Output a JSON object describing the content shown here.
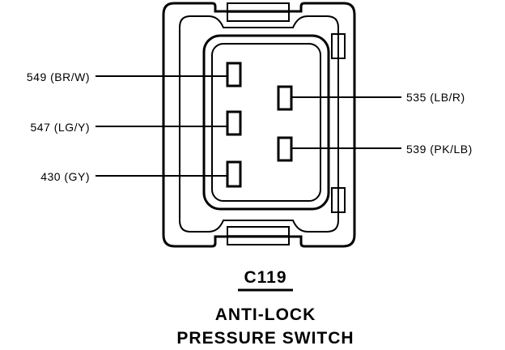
{
  "connector": {
    "id": "C119",
    "title_lines": [
      "ANTI-LOCK",
      "PRESSURE SWITCH"
    ]
  },
  "pins": [
    {
      "key": "p549",
      "label": "549 (BR/W)"
    },
    {
      "key": "p547",
      "label": "547 (LG/Y)"
    },
    {
      "key": "p430",
      "label": "430 (GY)"
    },
    {
      "key": "p535",
      "label": "535 (LB/R)"
    },
    {
      "key": "p539",
      "label": "539 (PK/LB)"
    }
  ],
  "colors": {
    "line": "#000000",
    "background": "#ffffff"
  }
}
